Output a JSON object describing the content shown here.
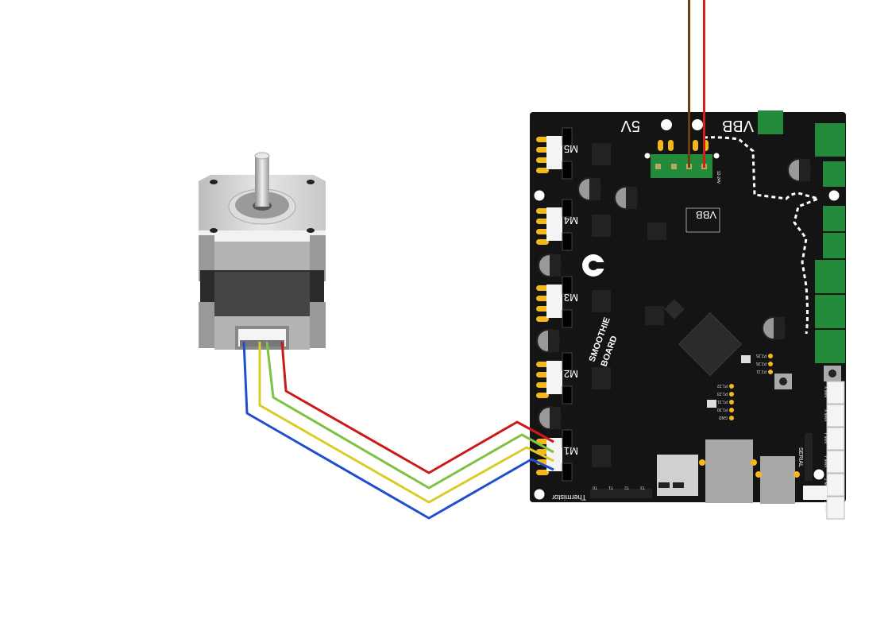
{
  "board": {
    "name_line1": "SMOOTHIE",
    "name_line2": "BOARD",
    "label_5v": "5V",
    "label_vbb": "VBB",
    "label_vbb_small": "VBB",
    "label_power_in": "12-24V",
    "label_thermistor": "Thermistor",
    "label_serial": "SERIAL",
    "motor_ports": [
      "M1",
      "M2",
      "M3",
      "M4",
      "M5"
    ],
    "pin_labels": [
      "P2.25",
      "P2.26",
      "P2.11",
      "P1.22",
      "P1.23",
      "P1.31",
      "P1.30",
      "GND"
    ],
    "endstop_labels": [
      "X MIN",
      "X MAX",
      "Y MIN",
      "Y MAX",
      "Z MIN",
      "Z MAX"
    ],
    "thermistor_labels": [
      "T0",
      "T1",
      "T2",
      "T3"
    ]
  },
  "wires": {
    "motor_colors": [
      "#cc1a1a",
      "#7dc242",
      "#d8cc2a",
      "#1e4fcc"
    ],
    "power_colors": [
      "#6b3f12",
      "#d42010"
    ]
  },
  "colors": {
    "board": "#141414",
    "pad": "#f5b81c",
    "terminal": "#238a3c"
  }
}
